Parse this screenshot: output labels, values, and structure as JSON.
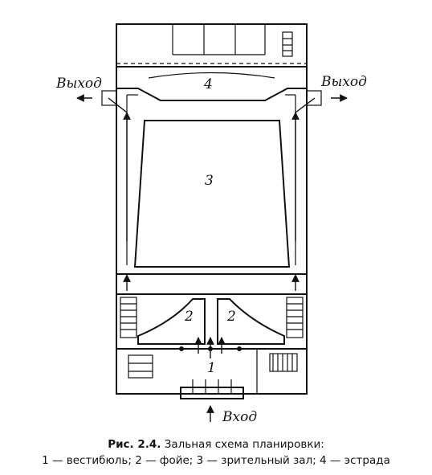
{
  "labels": {
    "exit_left": "Выход",
    "exit_right": "Выход",
    "entrance": "Вход",
    "zone_1": "1",
    "zone_2_left": "2",
    "zone_2_right": "2",
    "zone_3": "3",
    "zone_4": "4"
  },
  "caption": {
    "figure": "Рис. 2.4.",
    "title": "Зальная схема планировки:",
    "legend": "1 — вестибюль; 2 — фойе; 3 — зрительный зал; 4 — эстрада"
  }
}
